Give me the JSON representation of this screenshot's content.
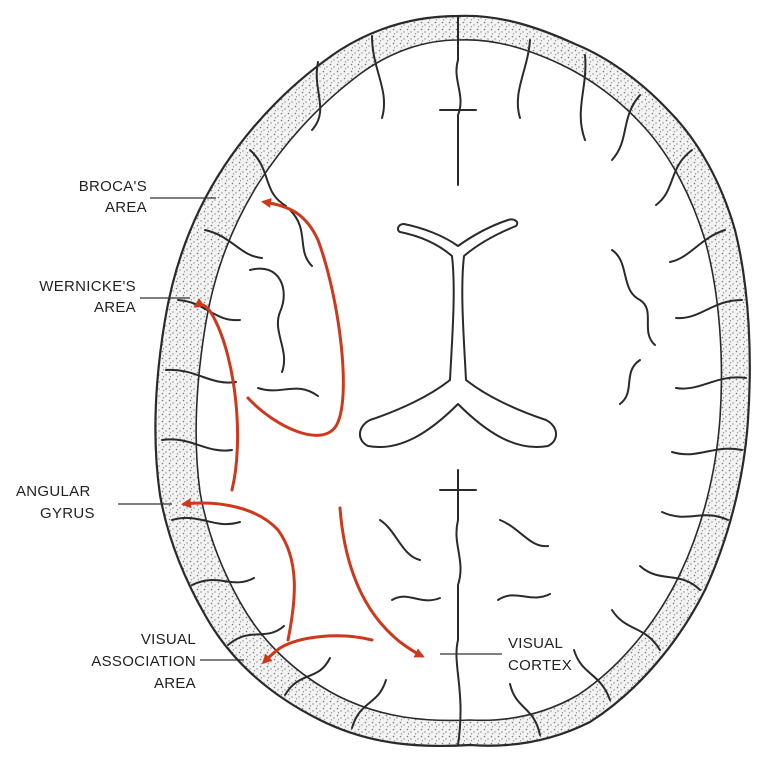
{
  "colors": {
    "pathway_arrow": "#d0381c",
    "outline": "#2a2a2a",
    "stipple": "#7a7a7a"
  },
  "labels": {
    "broca": [
      "BROCA'S",
      "AREA"
    ],
    "wernicke": [
      "WERNICKE'S",
      "AREA"
    ],
    "angular": [
      "ANGULAR",
      "GYRUS"
    ],
    "visual_assoc": [
      "VISUAL",
      "ASSOCIATION",
      "AREA"
    ],
    "visual_cortex": [
      "VISUAL",
      "CORTEX"
    ]
  }
}
